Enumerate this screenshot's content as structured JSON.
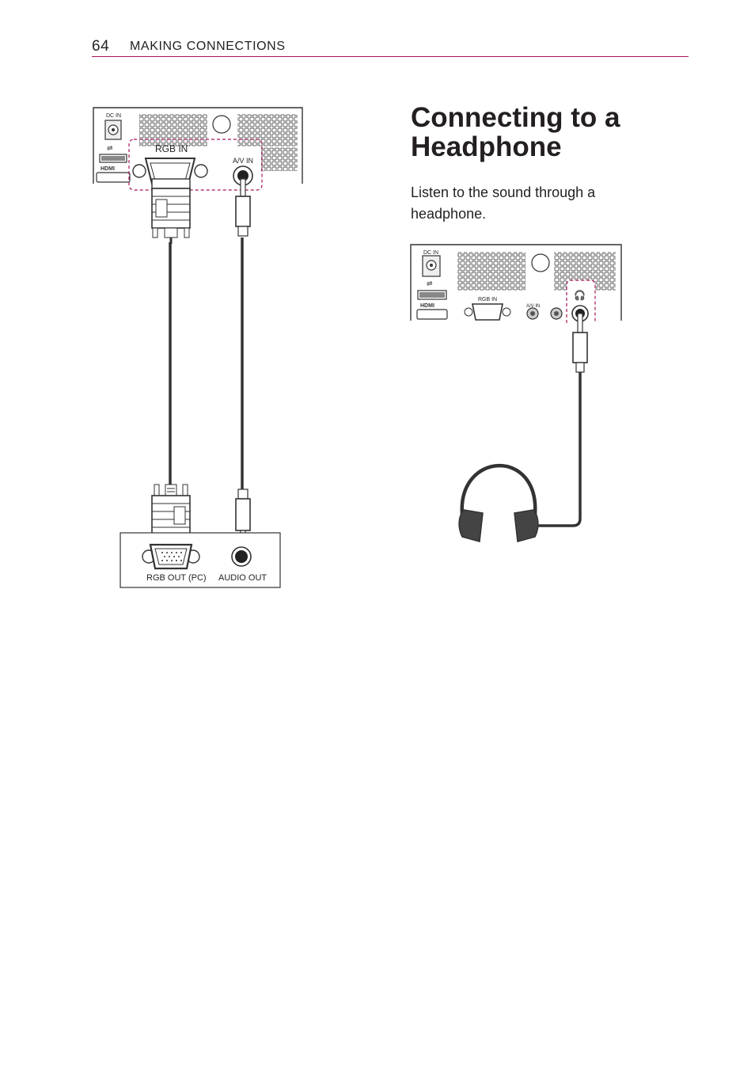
{
  "header": {
    "page_number": "64",
    "section": "MAKING CONNECTIONS"
  },
  "main": {
    "title": "Connecting to a Headphone",
    "description": "Listen to the sound through a headphone."
  },
  "diagram_left": {
    "projector_labels": {
      "dc_in": "DC IN",
      "rgb_in": "RGB IN",
      "av_in": "A/V IN"
    },
    "pc_labels": {
      "rgb_out": "RGB OUT (PC)",
      "audio_out": "AUDIO OUT"
    }
  },
  "diagram_right": {
    "projector_labels": {
      "dc_in": "DC IN",
      "rgb_in": "RGB IN",
      "av_in_phones": "A/V IN"
    }
  },
  "colors": {
    "accent": "#a4165a",
    "ink": "#231f20"
  }
}
